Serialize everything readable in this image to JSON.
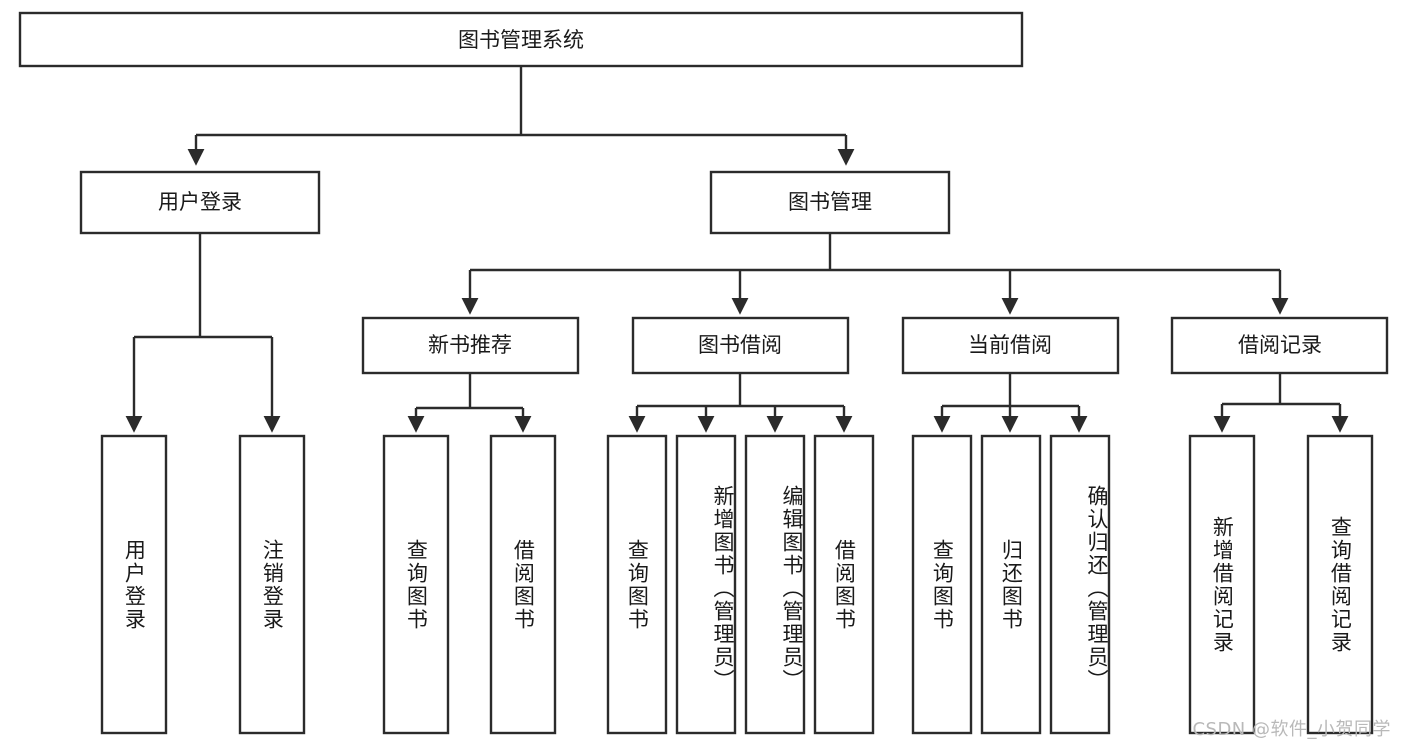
{
  "diagram": {
    "title": "图书管理系统",
    "type": "hierarchy-tree",
    "background_color": "#ffffff",
    "line_color": "#2b2b2b",
    "box_fill": "#ffffff",
    "text_color": "#1a1a1a"
  },
  "root": {
    "label": "图书管理系统"
  },
  "level2": [
    {
      "label": "用户登录"
    },
    {
      "label": "图书管理"
    }
  ],
  "level3": [
    {
      "label": "新书推荐"
    },
    {
      "label": "图书借阅"
    },
    {
      "label": "当前借阅"
    },
    {
      "label": "借阅记录"
    }
  ],
  "leaves": {
    "user_login": [
      {
        "label": "用户登录"
      },
      {
        "label": "注销登录"
      }
    ],
    "new_book_recommend": [
      {
        "label": "查询图书"
      },
      {
        "label": "借阅图书"
      }
    ],
    "book_borrow": [
      {
        "label": "查询图书"
      },
      {
        "label": "新增图书（管理员）"
      },
      {
        "label": "编辑图书（管理员）"
      },
      {
        "label": "借阅图书"
      }
    ],
    "current_borrow": [
      {
        "label": "查询图书"
      },
      {
        "label": "归还图书"
      },
      {
        "label": "确认归还（管理员）"
      }
    ],
    "borrow_record": [
      {
        "label": "新增借阅记录"
      },
      {
        "label": "查询借阅记录"
      }
    ]
  },
  "watermark": {
    "text": "CSDN @软件_小贺同学"
  }
}
